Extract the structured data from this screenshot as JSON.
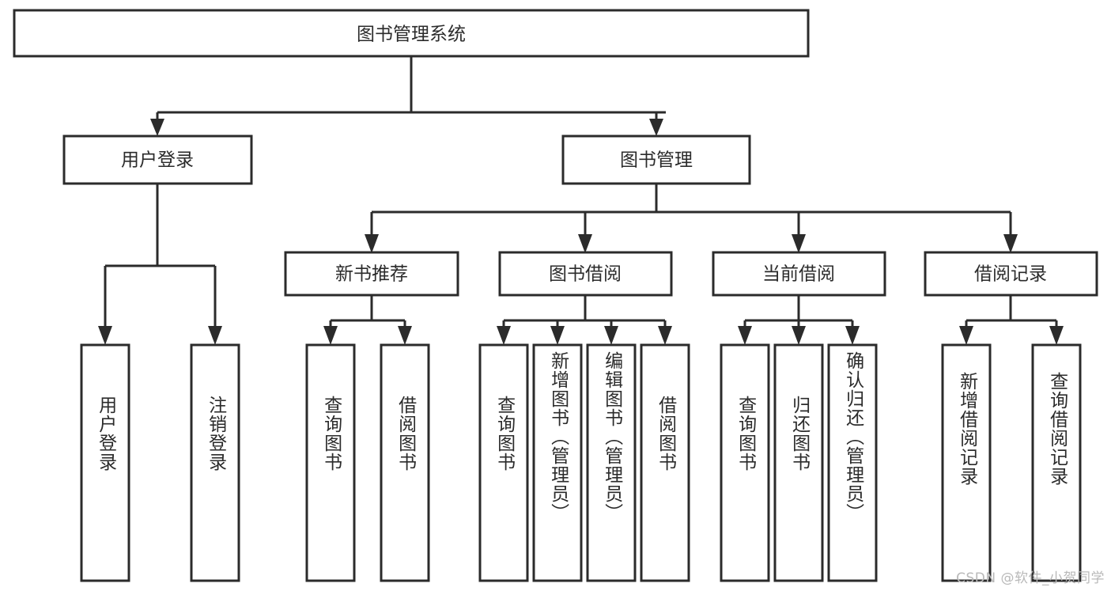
{
  "diagram": {
    "title": "图书管理系统",
    "type": "tree-hierarchy",
    "orientation": "top-down",
    "line_color": "#2b2b2b",
    "box_fill": "#ffffff",
    "watermark": "CSDN @软件_小贺同学",
    "root": {
      "label": "图书管理系统",
      "id": "root"
    },
    "level1": [
      {
        "id": "user-login",
        "label": "用户登录"
      },
      {
        "id": "book-manage",
        "label": "图书管理"
      }
    ],
    "level2": [
      {
        "id": "new-book-rec",
        "label": "新书推荐",
        "parent": "book-manage"
      },
      {
        "id": "book-borrow",
        "label": "图书借阅",
        "parent": "book-manage"
      },
      {
        "id": "current-borrow",
        "label": "当前借阅",
        "parent": "book-manage"
      },
      {
        "id": "borrow-record",
        "label": "借阅记录",
        "parent": "book-manage"
      }
    ],
    "leaves": [
      {
        "id": "leaf-user-login",
        "label": "用户登录",
        "parent": "user-login"
      },
      {
        "id": "leaf-logout",
        "label": "注销登录",
        "parent": "user-login"
      },
      {
        "id": "leaf-query-book-1",
        "label": "查询图书",
        "parent": "new-book-rec"
      },
      {
        "id": "leaf-borrow-book-1",
        "label": "借阅图书",
        "parent": "new-book-rec"
      },
      {
        "id": "leaf-query-book-2",
        "label": "查询图书",
        "parent": "book-borrow"
      },
      {
        "id": "leaf-add-book",
        "label": "新增图书（管理员）",
        "parent": "book-borrow"
      },
      {
        "id": "leaf-edit-book",
        "label": "编辑图书（管理员）",
        "parent": "book-borrow"
      },
      {
        "id": "leaf-borrow-book-2",
        "label": "借阅图书",
        "parent": "book-borrow"
      },
      {
        "id": "leaf-query-book-3",
        "label": "查询图书",
        "parent": "current-borrow"
      },
      {
        "id": "leaf-return-book",
        "label": "归还图书",
        "parent": "current-borrow"
      },
      {
        "id": "leaf-confirm-return",
        "label": "确认归还（管理员）",
        "parent": "current-borrow"
      },
      {
        "id": "leaf-add-record",
        "label": "新增借阅记录",
        "parent": "borrow-record"
      },
      {
        "id": "leaf-query-record",
        "label": "查询借阅记录",
        "parent": "borrow-record"
      }
    ]
  }
}
